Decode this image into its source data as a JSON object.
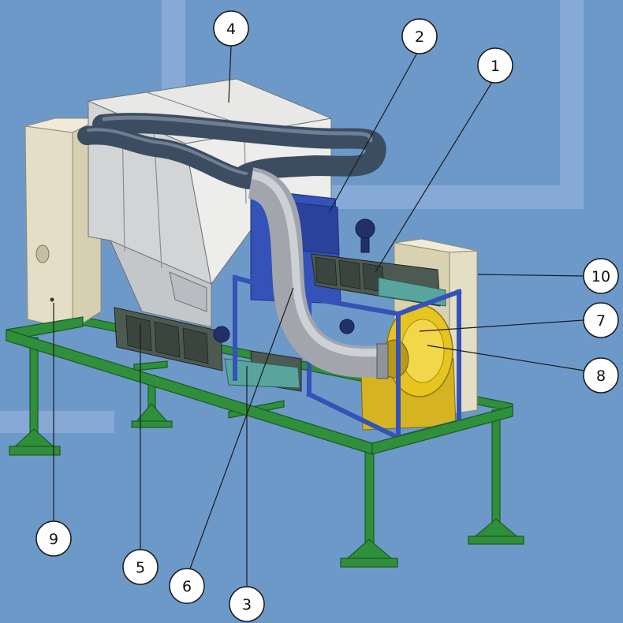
{
  "callouts": [
    {
      "label": "1"
    },
    {
      "label": "2"
    },
    {
      "label": "3"
    },
    {
      "label": "4"
    },
    {
      "label": "5"
    },
    {
      "label": "6"
    },
    {
      "label": "7"
    },
    {
      "label": "8"
    },
    {
      "label": "9"
    },
    {
      "label": "10"
    }
  ],
  "colors": {
    "background": "#6d99c9",
    "background_band": "#86a9d5",
    "frame_green": "#2f8f3b",
    "frame_green_dark": "#1b5a24",
    "cabinet_beige": "#e3dec5",
    "hopper_gray": "#ededeb",
    "pipe_dark": "#3c4c61",
    "pipe_gray": "#a2a6ac",
    "structure_blue": "#3452b8",
    "conveyor_teal": "#58a59d",
    "fan_yellow": "#e7c41f"
  }
}
